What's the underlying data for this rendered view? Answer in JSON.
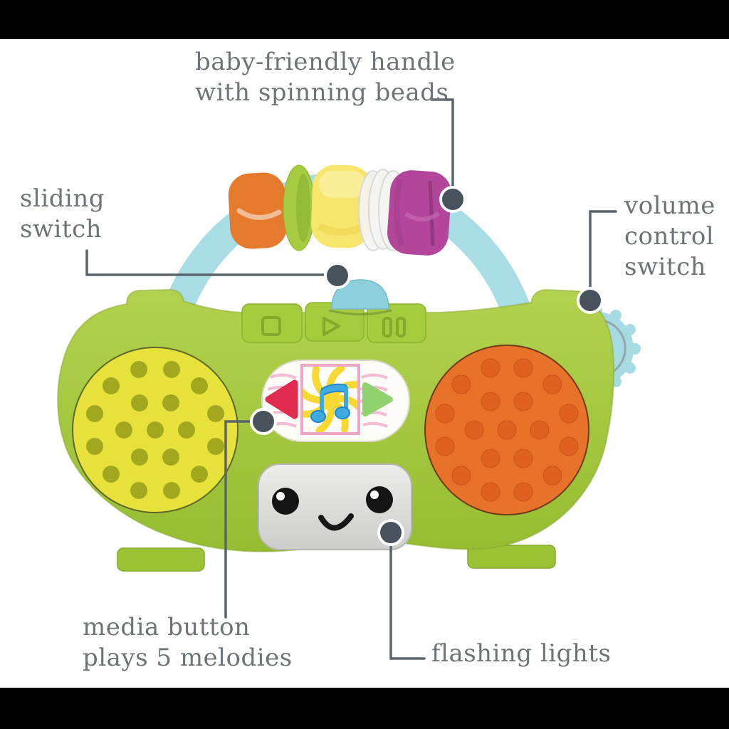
{
  "scene": {
    "background": "#ffffff",
    "letterbox_color": "#000000",
    "description": "annotated product diagram of a baby toy boombox radio"
  },
  "callouts": {
    "handle": {
      "lines": [
        "baby-friendly handle",
        "with spinning beads"
      ]
    },
    "sliding_switch": {
      "lines": [
        "sliding",
        "switch"
      ]
    },
    "volume_switch": {
      "lines": [
        "volume",
        "control",
        "switch"
      ]
    },
    "media_button": {
      "lines": [
        "media button",
        "plays 5 melodies"
      ]
    },
    "flashing_lights": {
      "lines": [
        "flashing lights"
      ]
    }
  },
  "style": {
    "label_color": "#6d7377",
    "callout_line_color": "#5a646c",
    "callout_dot_color": "#47525c",
    "callout_dot_ring": "#ffffff"
  },
  "toy": {
    "colors": {
      "body_green": "#a3c93a",
      "body_green_light": "#b3d24f",
      "body_green_dark": "#96bd31",
      "speaker_yellow": "#e7e23b",
      "speaker_yellow_holes": "#a2a81e",
      "speaker_orange": "#e9722b",
      "speaker_orange_bumps": "#de6120",
      "handle_teal": "#a9dde6",
      "slider_teal": "#8bd0dc",
      "volume_wheel_teal": "#a7dbe4",
      "bead_orange": "#e57a2d",
      "bead_green": "#a6cb41",
      "bead_yellow": "#f6e66d",
      "bead_white": "#f5f5f3",
      "bead_magenta": "#b3459b",
      "rewind_red": "#e02a4e",
      "forward_green": "#90d26e",
      "music_note_blue": "#3fa9e2",
      "swirl_yellow": "#f8d832",
      "panel_pink": "#f0a5c4",
      "screen_gray": "#d9d9d7"
    },
    "icons": {
      "stop": "square outline",
      "play": "triangle outline",
      "pause": "double bars",
      "rewind": "left triangle",
      "forward": "right triangle",
      "music_note": "double eighth note"
    }
  }
}
